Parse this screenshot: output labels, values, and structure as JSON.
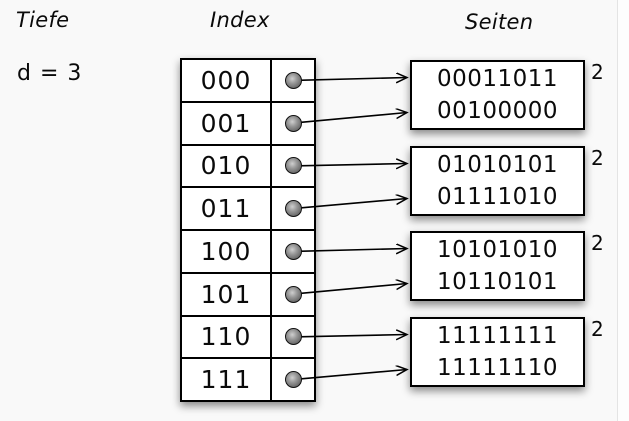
{
  "headers": {
    "depth": "Tiefe",
    "index": "Index",
    "pages": "Seiten"
  },
  "depth_label": "d = 3",
  "index": {
    "rows": [
      "000",
      "001",
      "010",
      "011",
      "100",
      "101",
      "110",
      "111"
    ],
    "pointer_targets": [
      0,
      0,
      1,
      1,
      2,
      2,
      3,
      3
    ]
  },
  "pages": [
    {
      "values": [
        "00011011",
        "00100000"
      ],
      "local_depth": "2"
    },
    {
      "values": [
        "01010101",
        "01111010"
      ],
      "local_depth": "2"
    },
    {
      "values": [
        "10101010",
        "10110101"
      ],
      "local_depth": "2"
    },
    {
      "values": [
        "11111111",
        "11111110"
      ],
      "local_depth": "2"
    }
  ],
  "colors": {
    "stroke": "#000000",
    "box_bg": "#ffffff",
    "canvas_bg": "#f9f9f9"
  }
}
